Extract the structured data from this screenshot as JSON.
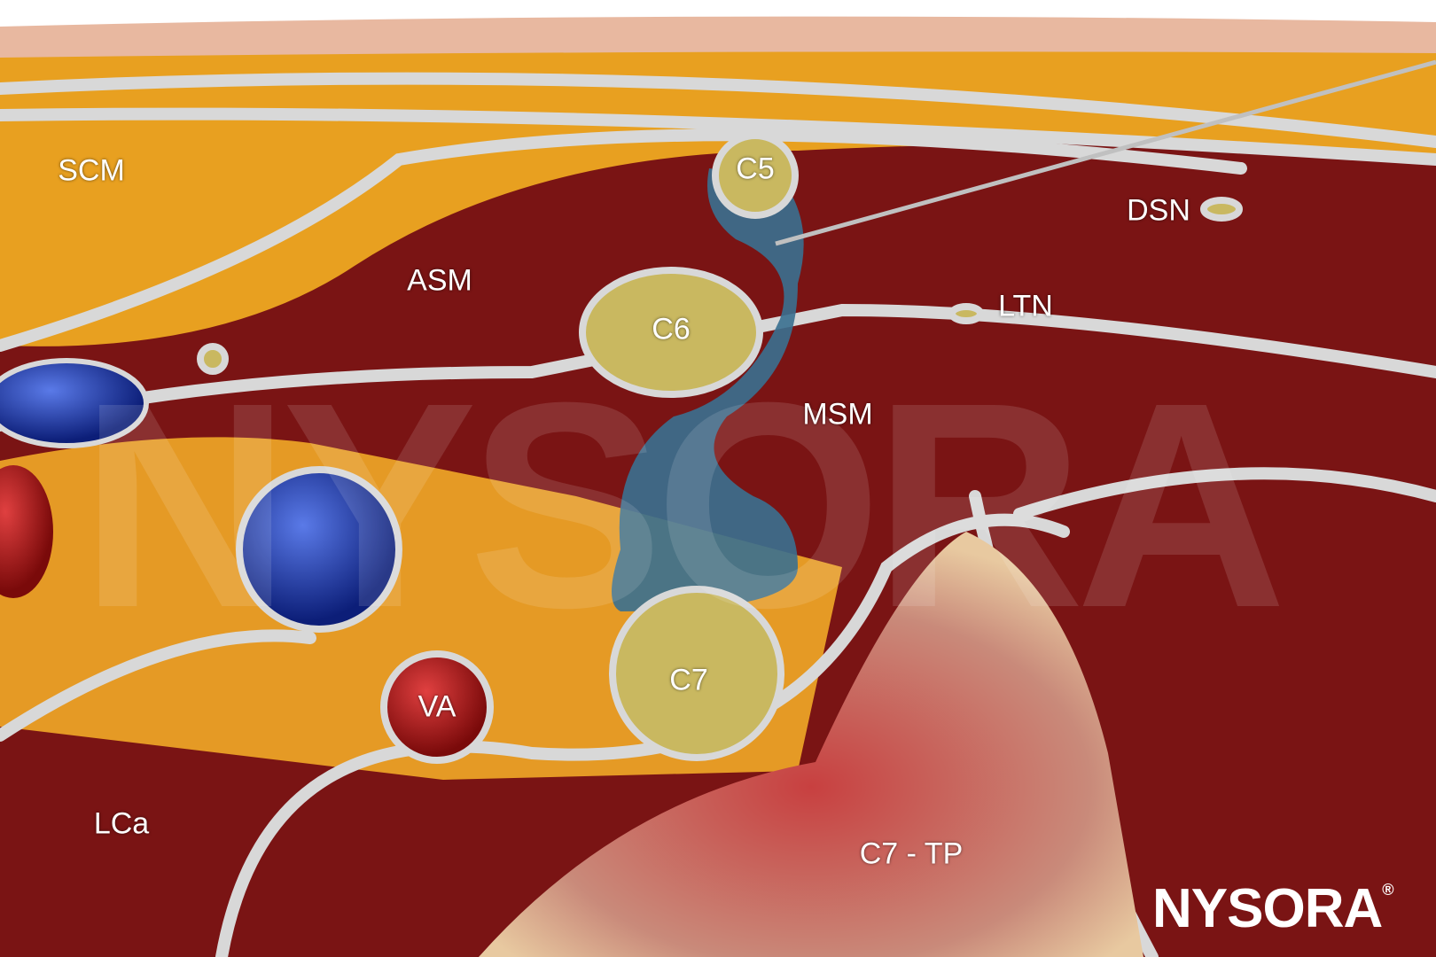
{
  "labels": {
    "scm": "SCM",
    "asm": "ASM",
    "c5": "C5",
    "c6": "C6",
    "dsn": "DSN",
    "ltn": "LTN",
    "msm": "MSM",
    "c7": "C7",
    "va": "VA",
    "lca": "LCa",
    "c7_tp": "C7 - TP"
  },
  "logo": {
    "text": "NYSORA",
    "mark": "®"
  },
  "watermark": "NYSORA",
  "colors": {
    "muscle": "#7a1414",
    "fat": "#e8a020",
    "vein": "#1a3aa8",
    "artery": "#b01818",
    "fascia": "#d8d8d8",
    "bone": "#e8c9a0",
    "nerve": "#c9b860",
    "local_anesthetic": "#3a7090"
  }
}
